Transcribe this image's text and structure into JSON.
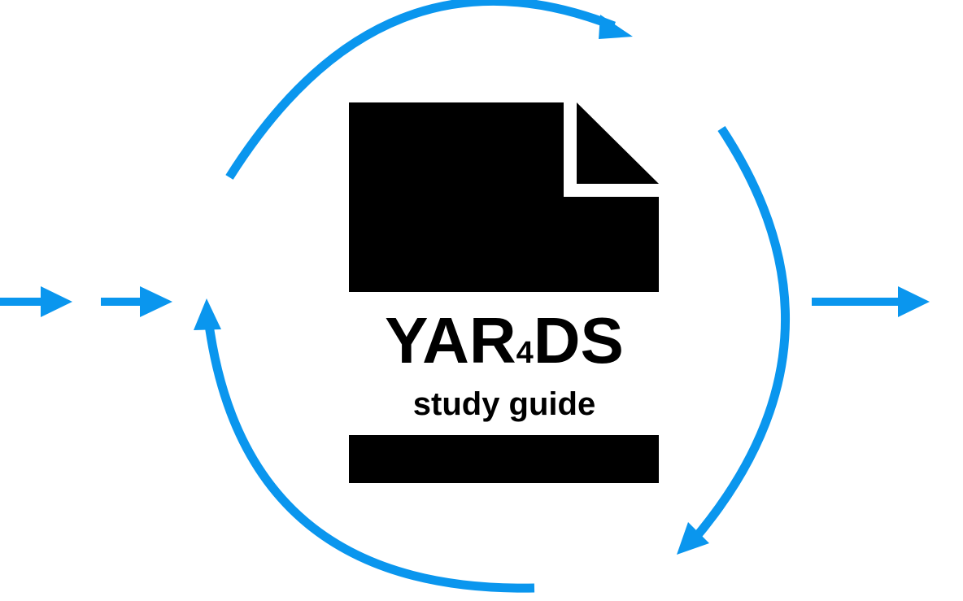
{
  "doc": {
    "title_main_a": "YAR",
    "title_sub": "4",
    "title_main_b": "DS",
    "subtitle": "study guide"
  },
  "colors": {
    "arrow": "#0a96ee",
    "document": "#000000",
    "background": "#ffffff"
  },
  "icons": {
    "document": "document-icon",
    "cycle_arrows": "circular-arrow-icon",
    "input_arrows": "right-arrow-icon",
    "output_arrow": "right-arrow-icon"
  }
}
